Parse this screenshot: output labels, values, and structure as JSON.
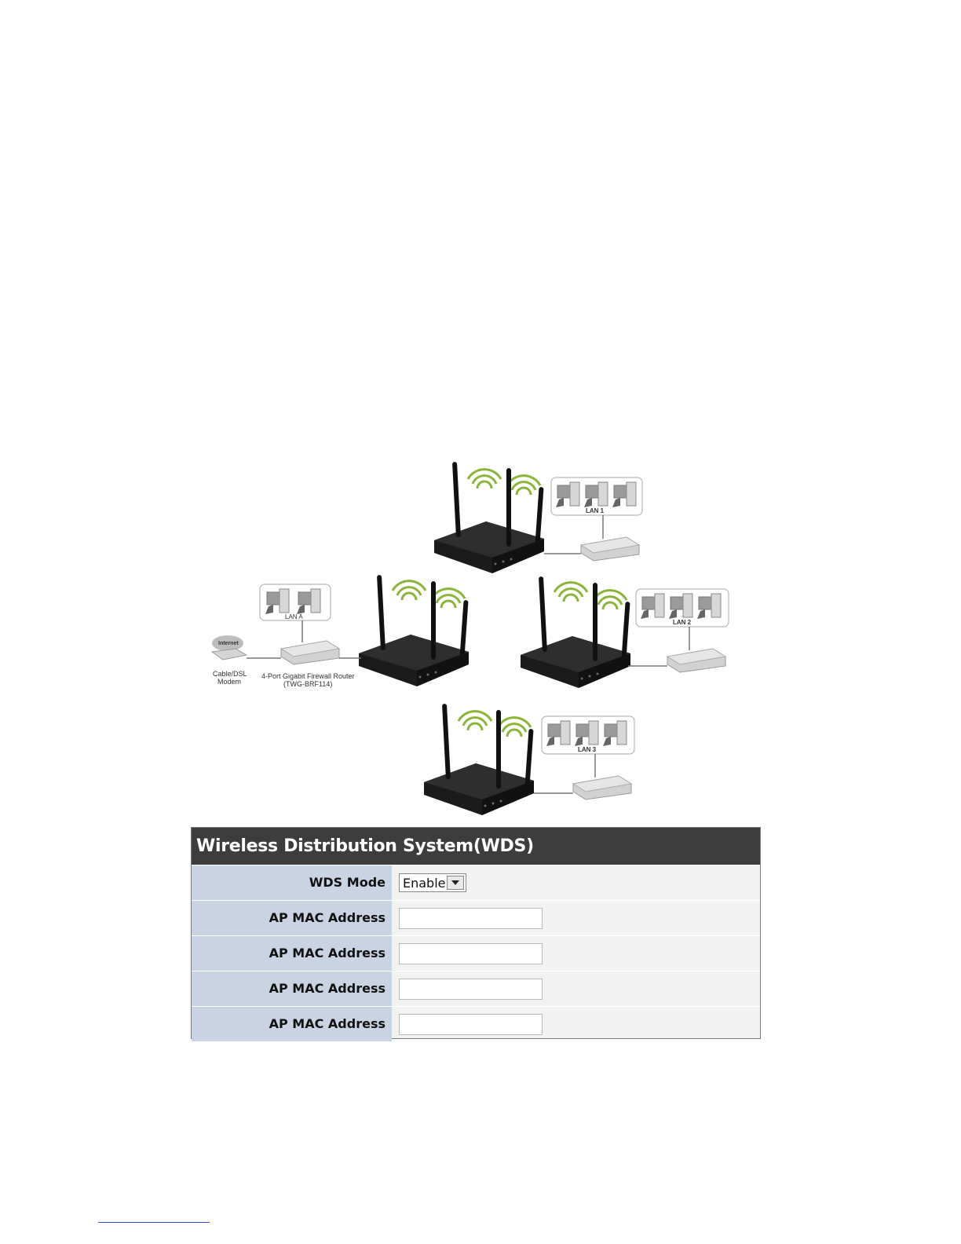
{
  "diagram": {
    "lan_labels": [
      "LAN 1",
      "LAN A",
      "LAN 2",
      "LAN 3"
    ],
    "internet_label": "Internet",
    "modem_label": [
      "Cable/DSL",
      "Modem"
    ],
    "router_label": [
      "4-Port Gigabit Firewall Router",
      "(TWG-BRF114)"
    ]
  },
  "wds": {
    "title": "Wireless Distribution System(WDS)",
    "mode_label": "WDS Mode",
    "mode_value": "Enable",
    "mac_rows": [
      {
        "label": "AP MAC Address",
        "value": ""
      },
      {
        "label": "AP MAC Address",
        "value": ""
      },
      {
        "label": "AP MAC Address",
        "value": ""
      },
      {
        "label": "AP MAC Address",
        "value": ""
      }
    ]
  }
}
